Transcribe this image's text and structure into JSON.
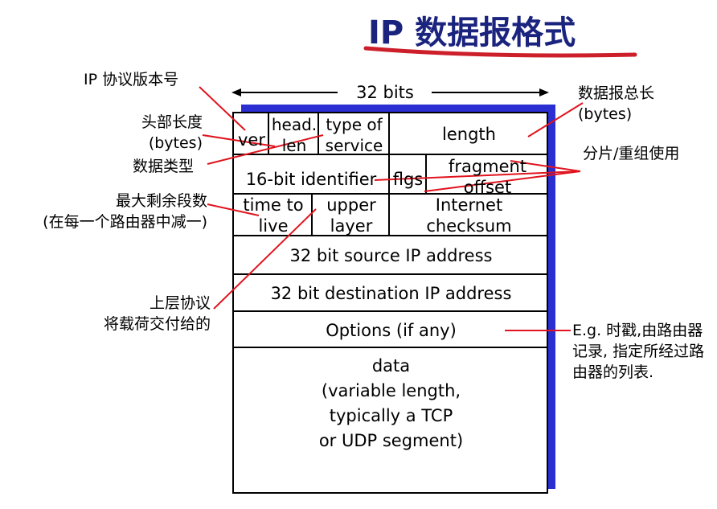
{
  "title": "IP 数据报格式",
  "width_label": "32 bits",
  "fields": {
    "ver": "ver",
    "head_len": "head.\nlen",
    "type_of_service": "type of\nservice",
    "length": "length",
    "identifier": "16-bit identifier",
    "flags": "flgs",
    "fragment_offset": "fragment\noffset",
    "ttl": "time to\nlive",
    "upper_layer": "upper\nlayer",
    "checksum": "Internet\nchecksum",
    "source_ip": "32 bit source IP address",
    "destination_ip": "32 bit destination IP address",
    "options": "Options (if any)",
    "data": "data\n(variable length,\ntypically a TCP\nor UDP segment)"
  },
  "annotations": {
    "version": "IP 协议版本号",
    "header_length": "头部长度\n(bytes)",
    "data_type": "数据类型",
    "total_length": "数据报总长\n(bytes)",
    "fragmentation": "分片/重组使用",
    "ttl": "最大剩余段数\n(在每一个路由器中减一)",
    "upper_layer": "上层协议\n将载荷交付给的",
    "options": "E.g. 时戳,由路由器\n记录, 指定所经过路\n由器的列表."
  },
  "colors": {
    "title": "#1a237e",
    "title_underline": "#cc1f2a",
    "box_shadow": "#2b2ed1",
    "pointer": "#e0141e",
    "border": "#000000"
  }
}
